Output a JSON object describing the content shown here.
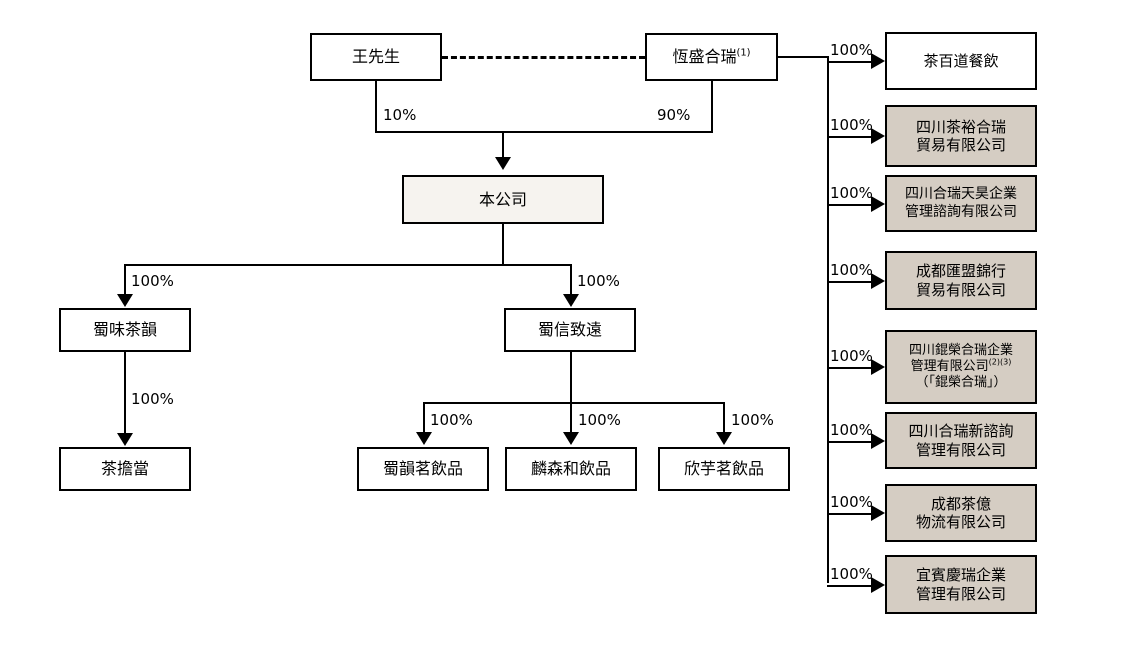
{
  "diagram": {
    "title": "Corporate shareholding structure chart",
    "colors": {
      "line": "#000000",
      "box_border": "#000000",
      "box_white": "#ffffff",
      "box_cream": "#f6f3ef",
      "box_beige": "#d5cdc3",
      "background": "#ffffff"
    }
  },
  "nodes": {
    "mr_wang": {
      "label": "王先生"
    },
    "hengsheng": {
      "label": "恆盛合瑞",
      "superscript": "(1)"
    },
    "company": {
      "label": "本公司"
    },
    "shuwei": {
      "label": "蜀味茶韻"
    },
    "shuxin": {
      "label": "蜀信致遠"
    },
    "chadandang": {
      "label": "茶擔當"
    },
    "shuyun": {
      "label": "蜀韻茗飲品"
    },
    "linsenhe": {
      "label": "麟森和飲品"
    },
    "xinyu": {
      "label": "欣芋茗飲品"
    }
  },
  "right_column": [
    {
      "line1": "茶百道餐飲",
      "line2": "",
      "line3": "",
      "superscript": "",
      "fill": "white",
      "percent": "100%"
    },
    {
      "line1": "四川茶裕合瑞",
      "line2": "貿易有限公司",
      "line3": "",
      "superscript": "",
      "fill": "beige",
      "percent": "100%"
    },
    {
      "line1": "四川合瑞天昊企業",
      "line2": "管理諮詢有限公司",
      "line3": "",
      "superscript": "",
      "fill": "beige",
      "percent": "100%"
    },
    {
      "line1": "成都匯盟錦行",
      "line2": "貿易有限公司",
      "line3": "",
      "superscript": "",
      "fill": "beige",
      "percent": "100%"
    },
    {
      "line1": "四川錕榮合瑞企業",
      "line2": "管理有限公司",
      "line3": "（「錕榮合瑞」）",
      "superscript": "(2)(3)",
      "fill": "beige",
      "percent": "100%"
    },
    {
      "line1": "四川合瑞新諮詢",
      "line2": "管理有限公司",
      "line3": "",
      "superscript": "",
      "fill": "beige",
      "percent": "100%"
    },
    {
      "line1": "成都茶億",
      "line2": "物流有限公司",
      "line3": "",
      "superscript": "",
      "fill": "beige",
      "percent": "100%"
    },
    {
      "line1": "宜賓慶瑞企業",
      "line2": "管理有限公司",
      "line3": "",
      "superscript": "",
      "fill": "beige",
      "percent": "100%"
    }
  ],
  "percentages": {
    "wang_to_company": "10%",
    "hengsheng_to_company": "90%",
    "company_to_shuwei": "100%",
    "company_to_shuxin": "100%",
    "shuwei_to_chadandang": "100%",
    "shuxin_to_shuyun": "100%",
    "shuxin_to_linsenhe": "100%",
    "shuxin_to_xinyu": "100%"
  }
}
